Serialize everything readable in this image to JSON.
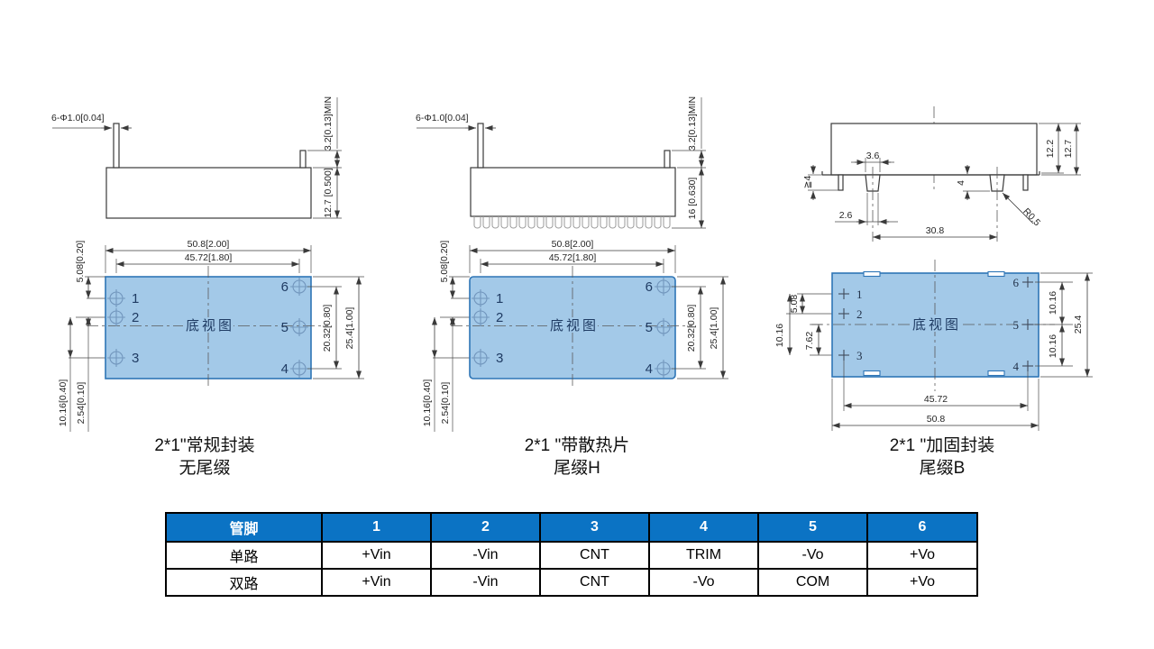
{
  "colors": {
    "package_fill": "#A3C9E8",
    "package_outline": "#2E75B6",
    "label_navy": "#1F3B63",
    "table_header_bg": "#0B73C4"
  },
  "figures": [
    {
      "caption": {
        "line1": "2*1\"常规封装",
        "line2": "无尾缀"
      },
      "side": {
        "pin_dia": "6-Φ1.0[0.04]",
        "pin_min": "3.2[0.13]MIN",
        "height": "12.7 [0.500]"
      },
      "bottom": {
        "label": "底视图",
        "width": "50.8[2.00]",
        "pin_span": "45.72[1.80]",
        "left1": "5.08[0.20]",
        "left2": "10.16[0.40]",
        "left3": "2.54[0.10]",
        "right1": "20.32[0.80]",
        "right2": "25.4[1.00]",
        "pins": [
          "1",
          "2",
          "3",
          "4",
          "5",
          "6"
        ]
      }
    },
    {
      "caption": {
        "line1": "2*1 \"带散热片",
        "line2": "尾缀H"
      },
      "side": {
        "pin_dia": "6-Φ1.0[0.04]",
        "pin_min": "3.2[0.13]MIN",
        "height": "16 [0.630]"
      },
      "bottom": {
        "label": "底视图",
        "width": "50.8[2.00]",
        "pin_span": "45.72[1.80]",
        "left1": "5.08[0.20]",
        "left2": "10.16[0.40]",
        "left3": "2.54[0.10]",
        "right1": "20.32[0.80]",
        "right2": "25.4[1.00]",
        "pins": [
          "1",
          "2",
          "3",
          "4",
          "5",
          "6"
        ]
      }
    },
    {
      "caption": {
        "line1": "2*1 \"加固封装",
        "line2": "尾缀B"
      },
      "side": {
        "notch_top": "3.6",
        "notch_bottom": "2.6",
        "pin_min": "≧4",
        "flange_h": "4",
        "notch_span": "30.8",
        "radius": "R0.5",
        "h_inner": "12.2",
        "h_total": "12.7"
      },
      "bottom": {
        "label": "底视图",
        "left1": "5.08",
        "left2": "10.16",
        "left3": "7.62",
        "right1": "10.16",
        "right2": "10.16",
        "height": "25.4",
        "pin_span": "45.72",
        "width": "50.8",
        "pins": [
          "1",
          "2",
          "3",
          "4",
          "5",
          "6"
        ]
      }
    }
  ],
  "pin_table": {
    "header": [
      "管脚",
      "1",
      "2",
      "3",
      "4",
      "5",
      "6"
    ],
    "rows": [
      [
        "单路",
        "+Vin",
        "-Vin",
        "CNT",
        "TRIM",
        "-Vo",
        "+Vo"
      ],
      [
        "双路",
        "+Vin",
        "-Vin",
        "CNT",
        "-Vo",
        "COM",
        "+Vo"
      ]
    ]
  }
}
